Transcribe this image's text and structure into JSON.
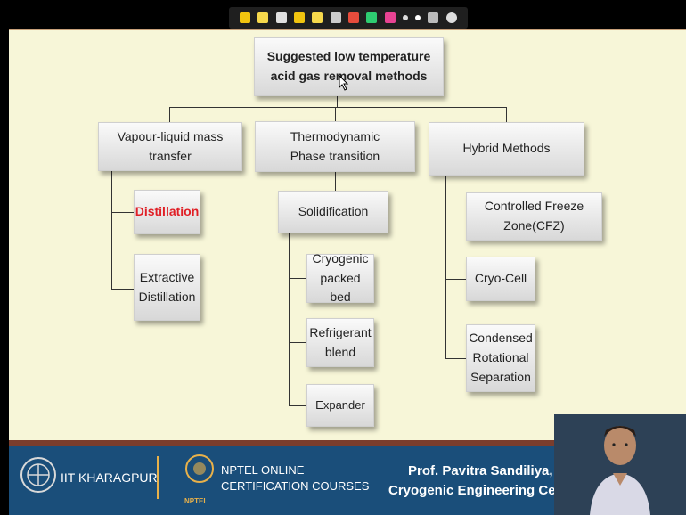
{
  "toolbar": {
    "icons": [
      "pointer-icon",
      "pen-icon",
      "highlighter-icon",
      "marker-icon",
      "eraser-icon",
      "screen-icon",
      "pencil-red-icon",
      "pencil-green-icon",
      "pencil-pink-icon",
      "laser-icon",
      "dots-icon",
      "whiteboard-icon",
      "clear-icon"
    ],
    "colors": [
      "#f1c40f",
      "#f7d94c",
      "#e0e0e0",
      "#f1c40f",
      "#f7d94c",
      "#cccccc",
      "#e74c3c",
      "#2ecc71",
      "#e84393",
      "#dddddd",
      "#ffffff",
      "#bbbbbb",
      "#dddddd"
    ]
  },
  "diagram": {
    "root": {
      "line1": "Suggested low temperature",
      "line2": "acid  gas removal methods"
    },
    "categories": {
      "vlm": {
        "line1": "Vapour-liquid mass",
        "line2": "transfer"
      },
      "thermo": {
        "line1": "Thermodynamic",
        "line2": "Phase transition"
      },
      "hybrid": {
        "label": "Hybrid Methods"
      }
    },
    "vlm_children": {
      "distillation": "Distillation",
      "extractive": {
        "line1": "Extractive",
        "line2": "Distillation"
      }
    },
    "thermo_children": {
      "solidification": "Solidification",
      "cryogenic": {
        "line1": "Cryogenic",
        "line2": "packed bed"
      },
      "refrigerant": {
        "line1": "Refrigerant",
        "line2": "blend"
      },
      "expander": "Expander"
    },
    "hybrid_children": {
      "cfz": {
        "line1": "Controlled Freeze",
        "line2": "Zone(CFZ)"
      },
      "cryocell": "Cryo-Cell",
      "condensed": {
        "line1": "Condensed",
        "line2": "Rotational",
        "line3": "Separation"
      }
    },
    "accent_color": "#e01f26"
  },
  "footer": {
    "institute": "IIT KHARAGPUR",
    "nptel_line1": "NPTEL ONLINE",
    "nptel_line2": "CERTIFICATION COURSES",
    "nptel_logo": "NPTEL",
    "prof": "Prof. Pavitra  Sandiliya,",
    "dept": "Cryogenic Engineering Cen",
    "background": "#1a4e7a"
  }
}
